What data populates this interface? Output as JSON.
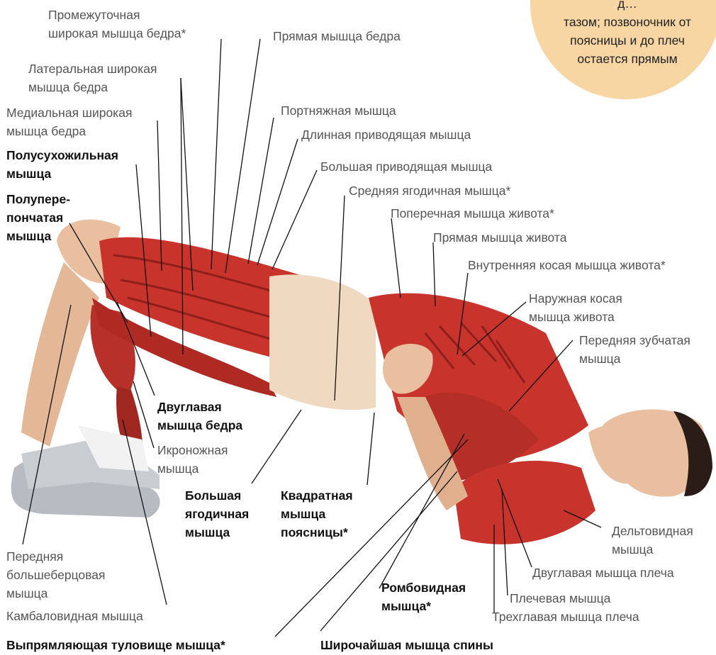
{
  "note": {
    "lines": "д…\nтазом; позвоночник от\nпоясницы и до плеч\nостается прямым",
    "color": "#f8d6a4"
  },
  "palette": {
    "muscle": "#c8342c",
    "muscle_dark": "#8e1f1a",
    "skin": "#e9bfa0",
    "bandage": "#efd9c0",
    "shoe": "#b8bcc2",
    "hair": "#2a1c16",
    "line": "#111111"
  },
  "labels": {
    "vastus_intermedius": "Промежуточная\nширокая мышца бедра*",
    "rectus_femoris": "Прямая мышца бедра",
    "vastus_lateralis": "Латеральная широкая\nмышца бедра",
    "vastus_medialis": "Медиальная широкая\nмышца бедра",
    "sartorius": "Портняжная мышца",
    "adductor_longus": "Длинная приводящая мышца",
    "semitendinosus": "Полусухожильная\nмышца",
    "adductor_magnus": "Большая приводящая мышца",
    "gluteus_medius": "Средняя ягодичная мышца*",
    "semimembranosus": "Полупере-\nпончатая\nмышца",
    "transversus_abdominis": "Поперечная мышца живота*",
    "rectus_abdominis": "Прямая мышца живота",
    "internal_oblique": "Внутренняя косая мышца живота*",
    "external_oblique": "Наружная косая\nмышца живота",
    "serratus_anterior": "Передняя зубчатая\nмышца",
    "biceps_femoris": "Двуглавая\nмышца бедра",
    "gastrocnemius": "Икроножная\nмышца",
    "gluteus_maximus": "Большая\nягодичная\nмышца",
    "quadratus_lumborum": "Квадратная\nмышца\nпоясницы*",
    "deltoid": "Дельтовидная\nмышца",
    "tibialis_anterior": "Передняя\nбольшеберцовая\nмышца",
    "biceps_brachii": "Двуглавая мышца плеча",
    "rhomboid": "Ромбовидная\nмышца*",
    "brachialis": "Плечевая мышца",
    "soleus": "Камбаловидная мышца",
    "triceps": "Трехглавая мышца плеча",
    "erector_spinae": "Выпрямляющая туловище мышца*",
    "latissimus_dorsi": "Широчайшая мышца спины"
  }
}
